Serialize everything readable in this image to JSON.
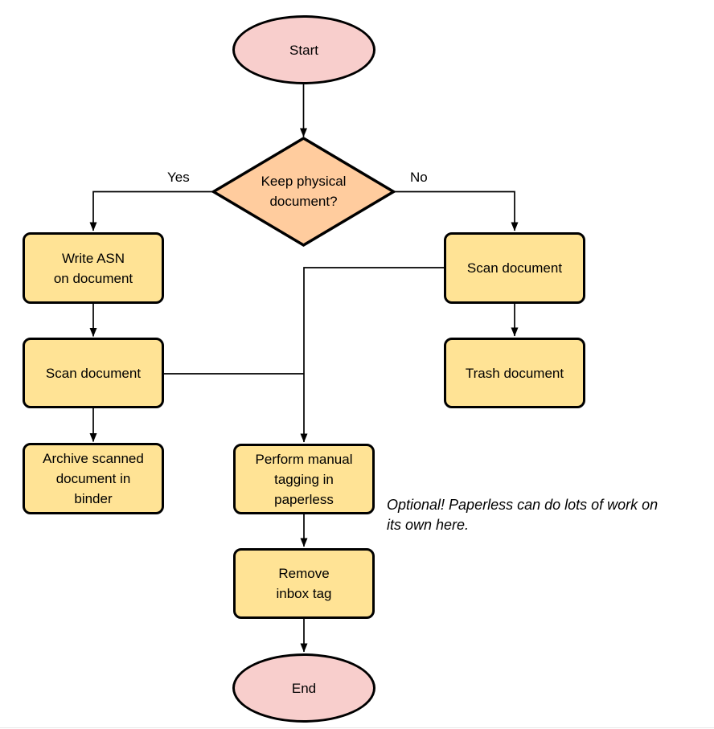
{
  "diagram": {
    "type": "flowchart",
    "nodes": {
      "start": {
        "shape": "ellipse",
        "label": "Start"
      },
      "decision": {
        "shape": "diamond",
        "label": [
          "Keep physical",
          "document?"
        ]
      },
      "write_asn": {
        "shape": "rect",
        "label": [
          "Write ASN",
          "on document"
        ]
      },
      "scan_left": {
        "shape": "rect",
        "label": "Scan document"
      },
      "archive": {
        "shape": "rect",
        "label": [
          "Archive scanned",
          "document in",
          "binder"
        ]
      },
      "scan_right": {
        "shape": "rect",
        "label": "Scan document"
      },
      "trash": {
        "shape": "rect",
        "label": "Trash document"
      },
      "tagging": {
        "shape": "rect",
        "label": [
          "Perform manual",
          "tagging in",
          "paperless"
        ]
      },
      "remove_inbox": {
        "shape": "rect",
        "label": [
          "Remove",
          "inbox tag"
        ]
      },
      "end": {
        "shape": "ellipse",
        "label": "End"
      }
    },
    "edge_labels": {
      "yes": "Yes",
      "no": "No"
    },
    "edges": [
      "start -> decision",
      "decision -> write_asn (Yes)",
      "decision -> scan_right (No)",
      "write_asn -> scan_left",
      "scan_left -> archive",
      "scan_right -> trash",
      "scan_right -> tagging",
      "scan_left -> tagging",
      "tagging -> remove_inbox",
      "remove_inbox -> end"
    ],
    "annotation": [
      "Optional! Paperless can do lots of work on",
      "its own here."
    ],
    "colors": {
      "terminator-fill": "#f8cecc",
      "decision-fill": "#ffcc9e",
      "process-fill": "#ffe395",
      "stroke": "#000000",
      "background": "#ffffff",
      "bottom-border": "#e8e8e8"
    }
  }
}
